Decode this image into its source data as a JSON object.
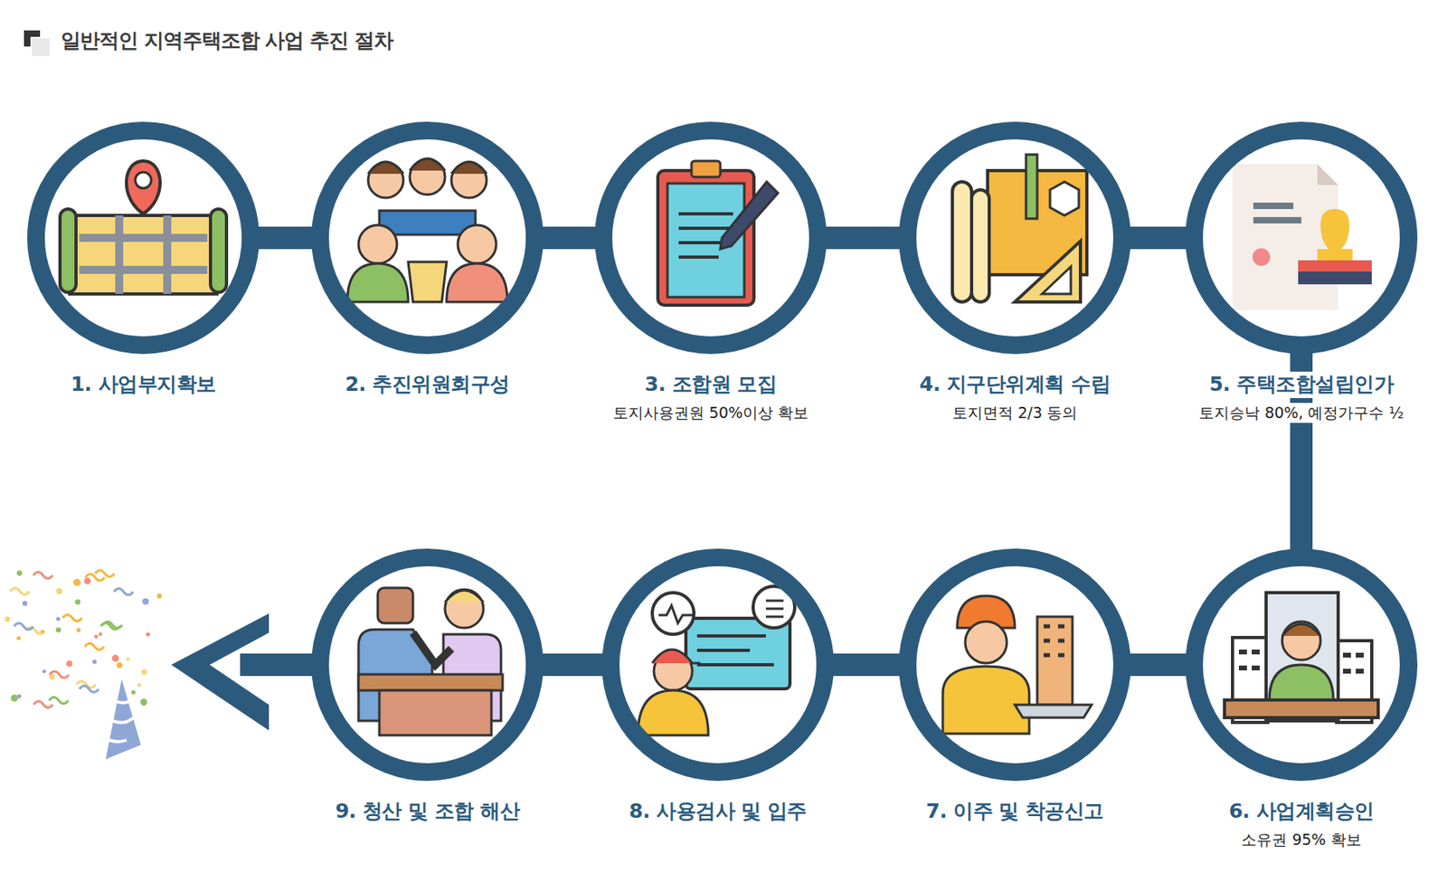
{
  "diagram": {
    "title": "일반적인 지역주택조합 사업 추진 절차",
    "nodes": [
      {
        "text": [
          "1. 사업부지확보"
        ]
      },
      {
        "text": [
          "2. 추진위원회구성"
        ]
      },
      {
        "text": [
          "3. 조합원 모집",
          "토지사용권원 50%이상 확보"
        ]
      },
      {
        "text": [
          "4. 지구단위계획 수립",
          "토지면적 2/3 동의"
        ]
      },
      {
        "text": [
          "5. 주택조합설립인가",
          "토지승낙 80%, 예정가구수 ½"
        ]
      },
      {
        "text": [
          "6. 사업계획승인",
          "소유권 95% 확보"
        ]
      },
      {
        "text": [
          "7. 이주 및 착공신고"
        ]
      },
      {
        "text": [
          "8. 사용검사 및 입주"
        ]
      },
      {
        "text": [
          "9. 청산 및 조합 해산"
        ]
      }
    ],
    "edges": [
      {
        "from": 0,
        "to": 1,
        "arrow": "none"
      },
      {
        "from": 1,
        "to": 2,
        "arrow": "none"
      },
      {
        "from": 2,
        "to": 3,
        "arrow": "none"
      },
      {
        "from": 3,
        "to": 4,
        "arrow": "none"
      },
      {
        "from": 4,
        "to": 5,
        "arrow": "none"
      },
      {
        "from": 5,
        "to": 6,
        "arrow": "none"
      },
      {
        "from": 6,
        "to": 7,
        "arrow": "none"
      },
      {
        "from": 7,
        "to": 8,
        "arrow": "none"
      }
    ]
  }
}
